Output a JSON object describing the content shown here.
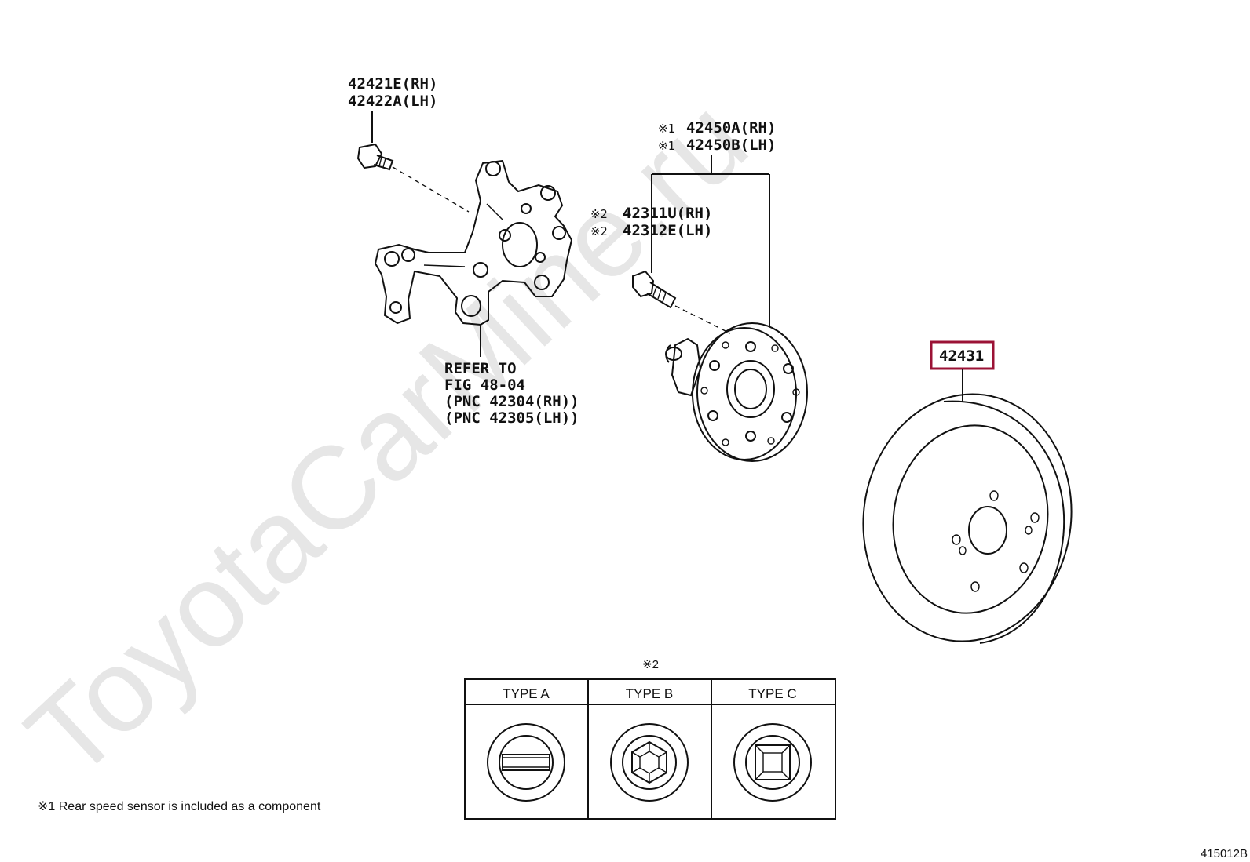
{
  "watermark": "ToyotaCarMine.ru",
  "labels": {
    "bolt_rh": "42421E(RH)",
    "bolt_lh": "42422A(LH)",
    "hub_rh": "42450A(RH)",
    "hub_lh": "42450B(LH)",
    "hub_mark": "※1",
    "stud_rh": "42311U(RH)",
    "stud_lh": "42312E(LH)",
    "stud_mark": "※2",
    "refer_1": "REFER TO",
    "refer_2": "FIG 48-04",
    "refer_3": "(PNC 42304(RH))",
    "refer_4": "(PNC 42305(LH))",
    "disc": "42431"
  },
  "type_table": {
    "mark": "※2",
    "columns": [
      "TYPE A",
      "TYPE B",
      "TYPE C"
    ]
  },
  "footnote": "※1 Rear speed sensor is included as a component",
  "figure_id": "415012B",
  "colors": {
    "highlight": "#9b1235",
    "ink": "#111111"
  }
}
